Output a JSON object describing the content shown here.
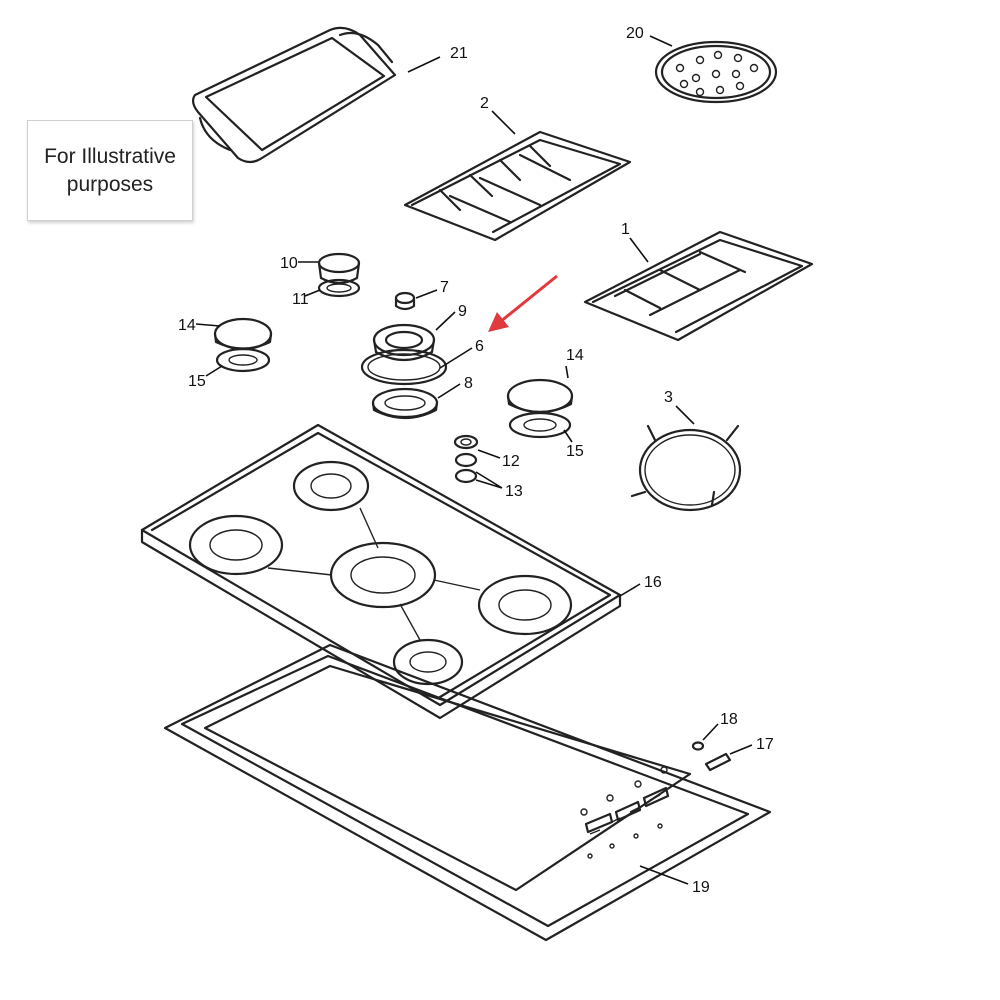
{
  "note": {
    "text": "For Illustrative\npurposes"
  },
  "labels": {
    "p1": "1",
    "p2": "2",
    "p3": "3",
    "p6": "6",
    "p7": "7",
    "p8": "8",
    "p9": "9",
    "p10": "10",
    "p11": "11",
    "p12": "12",
    "p13": "13",
    "p14a": "14",
    "p14b": "14",
    "p15a": "15",
    "p15b": "15",
    "p16": "16",
    "p17": "17",
    "p18": "18",
    "p19": "19",
    "p20": "20",
    "p21": "21"
  },
  "colors": {
    "arrow": "#e0393e",
    "line": "#222222",
    "note_border": "#d0d0d0"
  },
  "highlight": {
    "part": "6",
    "icon": "red-arrow-icon"
  }
}
